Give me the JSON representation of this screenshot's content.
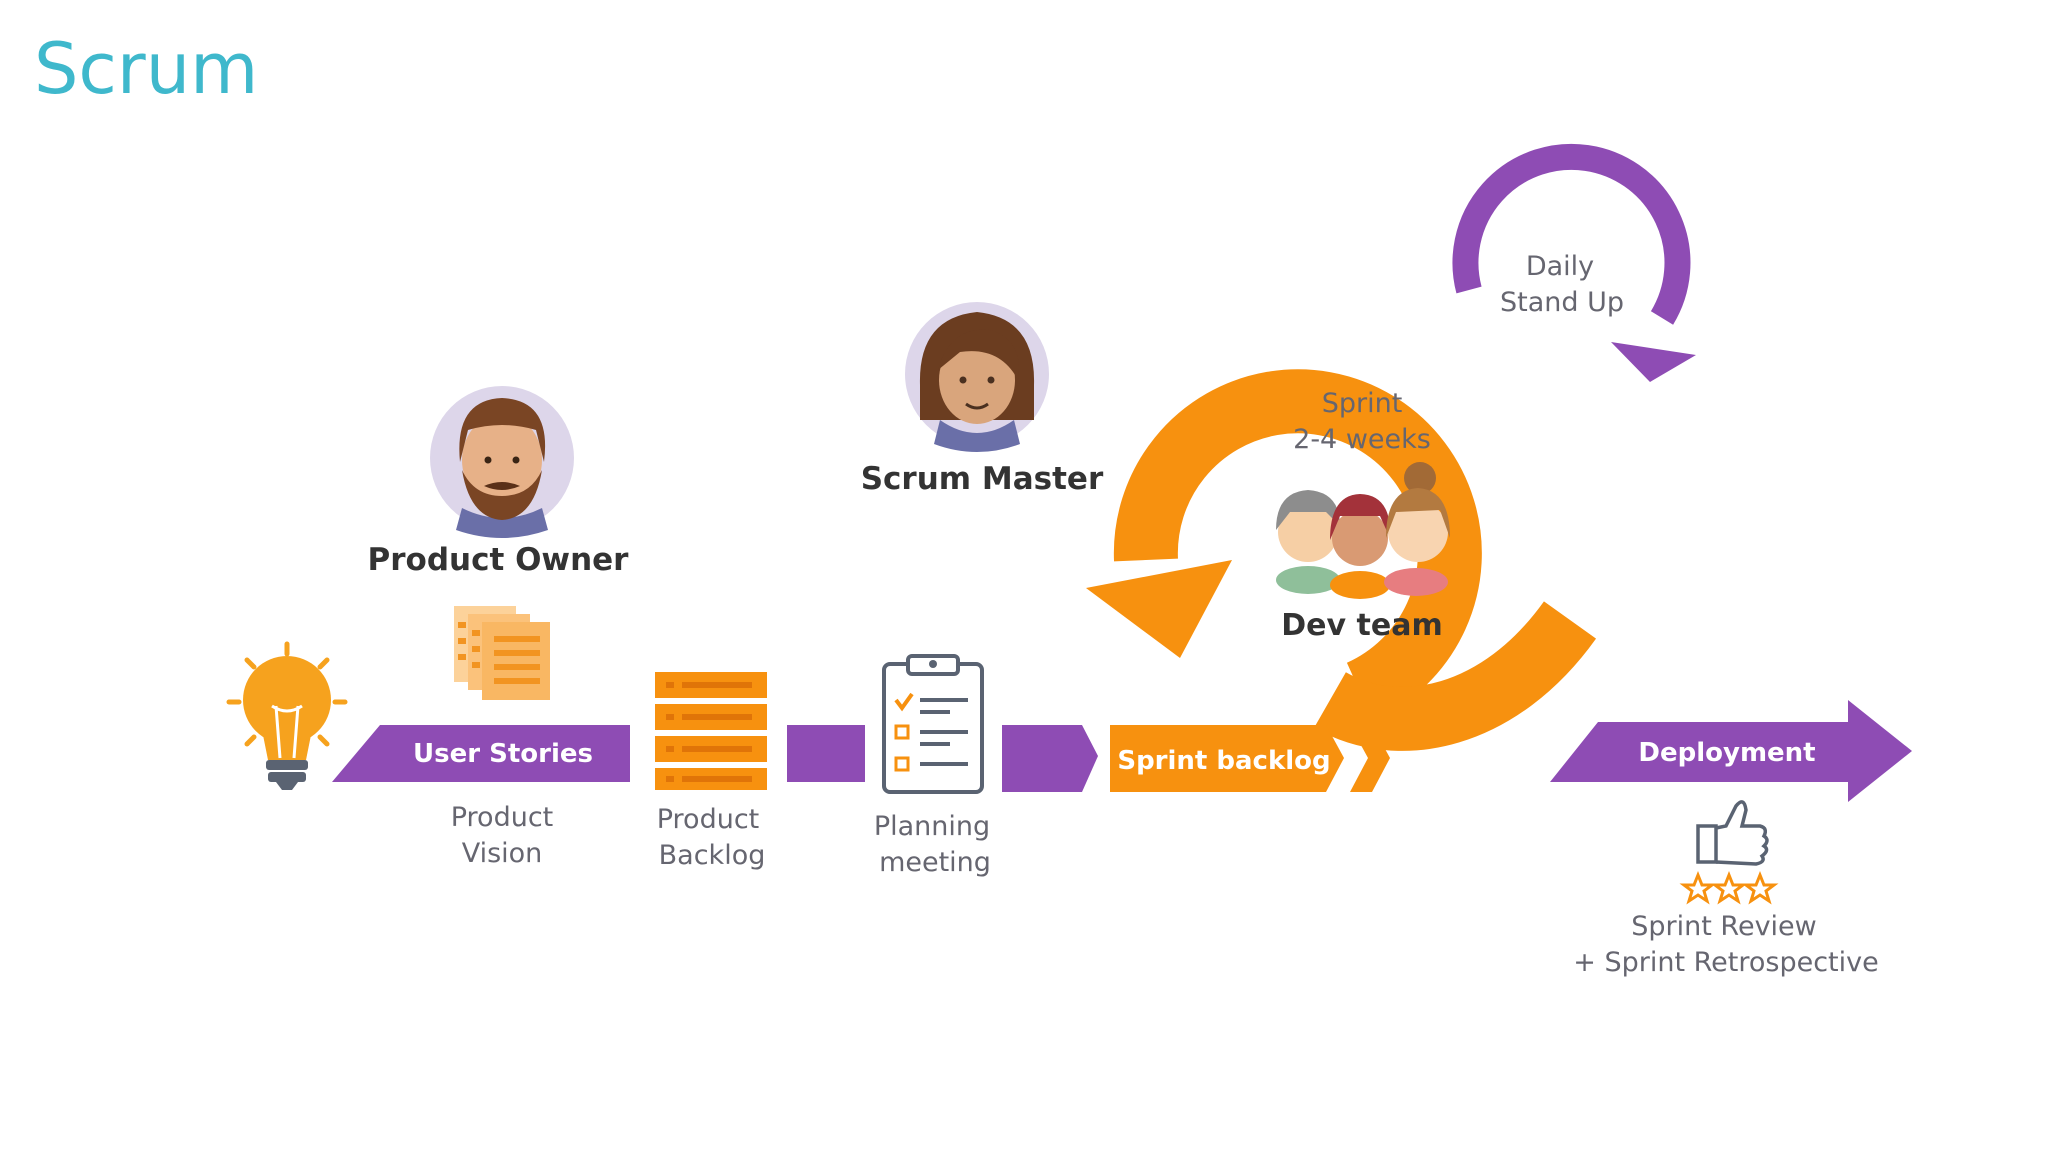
{
  "page_title": "Scrum",
  "roles": {
    "product_owner": "Product Owner",
    "scrum_master": "Scrum Master",
    "dev_team": "Dev team"
  },
  "flow": {
    "user_stories": "User Stories",
    "sprint_backlog": "Sprint backlog",
    "deployment": "Deployment"
  },
  "captions": {
    "product_vision": [
      "Product",
      "Vision"
    ],
    "product_backlog": [
      "Product",
      "Backlog"
    ],
    "planning_meeting": [
      "Planning",
      "meeting"
    ],
    "sprint_cycle": [
      "Sprint",
      "2-4 weeks"
    ],
    "daily_standup": [
      "Daily",
      "Stand Up"
    ],
    "review": [
      "Sprint Review",
      "+ Sprint Retrospective"
    ]
  },
  "colors": {
    "purple": "#8e4cb4",
    "orange": "#f7910f",
    "title": "#3fb8cc",
    "bulb": "#f6a21e",
    "avatar_bg": "#ddd6ea"
  },
  "icons": [
    "lightbulb-icon",
    "user-stories-cards-icon",
    "backlog-stack-icon",
    "clipboard-checklist-icon",
    "thumbs-up-icon",
    "star-icon"
  ]
}
